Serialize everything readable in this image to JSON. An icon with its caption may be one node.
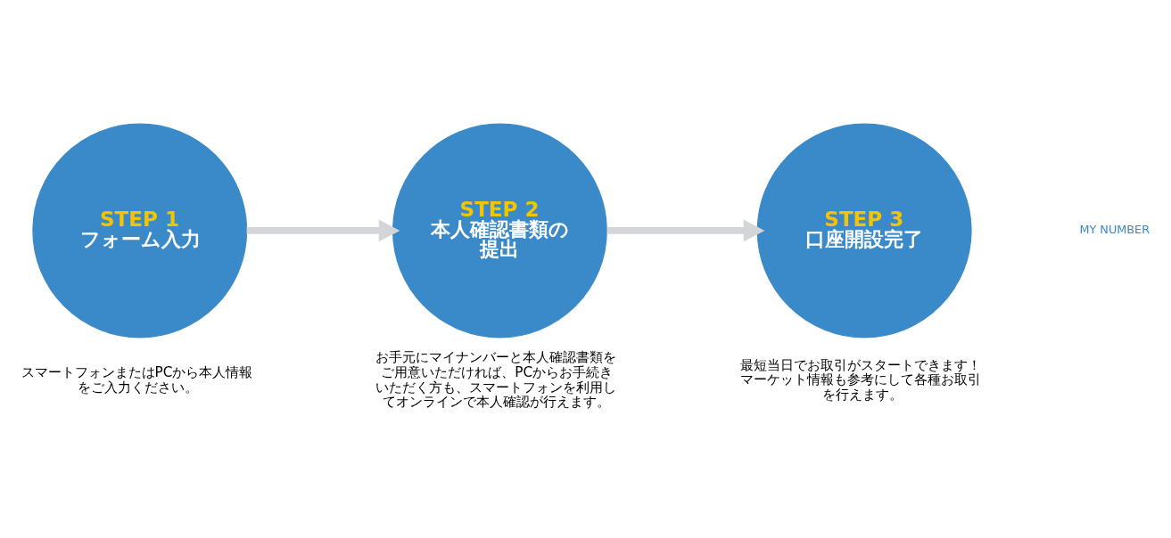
{
  "diagram": {
    "nodes": [
      {
        "text": [
          "STEP 1",
          "フォーム入力"
        ],
        "beside": [
          "スマートフォンまたはPCから本人情報をご入力ください。"
        ]
      },
      {
        "text": [
          "STEP 2",
          "本人確認書類の提出"
        ],
        "beside": [
          "お手元にマイナンバーと本人確認書類をご用意いただければ、PCからお手続きいただく方も、スマートフォンを利用してオンラインで本人確認が行えます。"
        ]
      },
      {
        "text": [
          "STEP 3",
          "口座開設完了"
        ],
        "beside": [
          "最短当日でお取引がスタートできます！マーケット情報も参考にして各種お取引を行えます。"
        ]
      }
    ],
    "edges": [
      {
        "from": 0,
        "to": 1,
        "arrow": "to"
      },
      {
        "from": 1,
        "to": 2,
        "arrow": "to"
      }
    ],
    "labels": [
      "MY NUMBER"
    ]
  }
}
